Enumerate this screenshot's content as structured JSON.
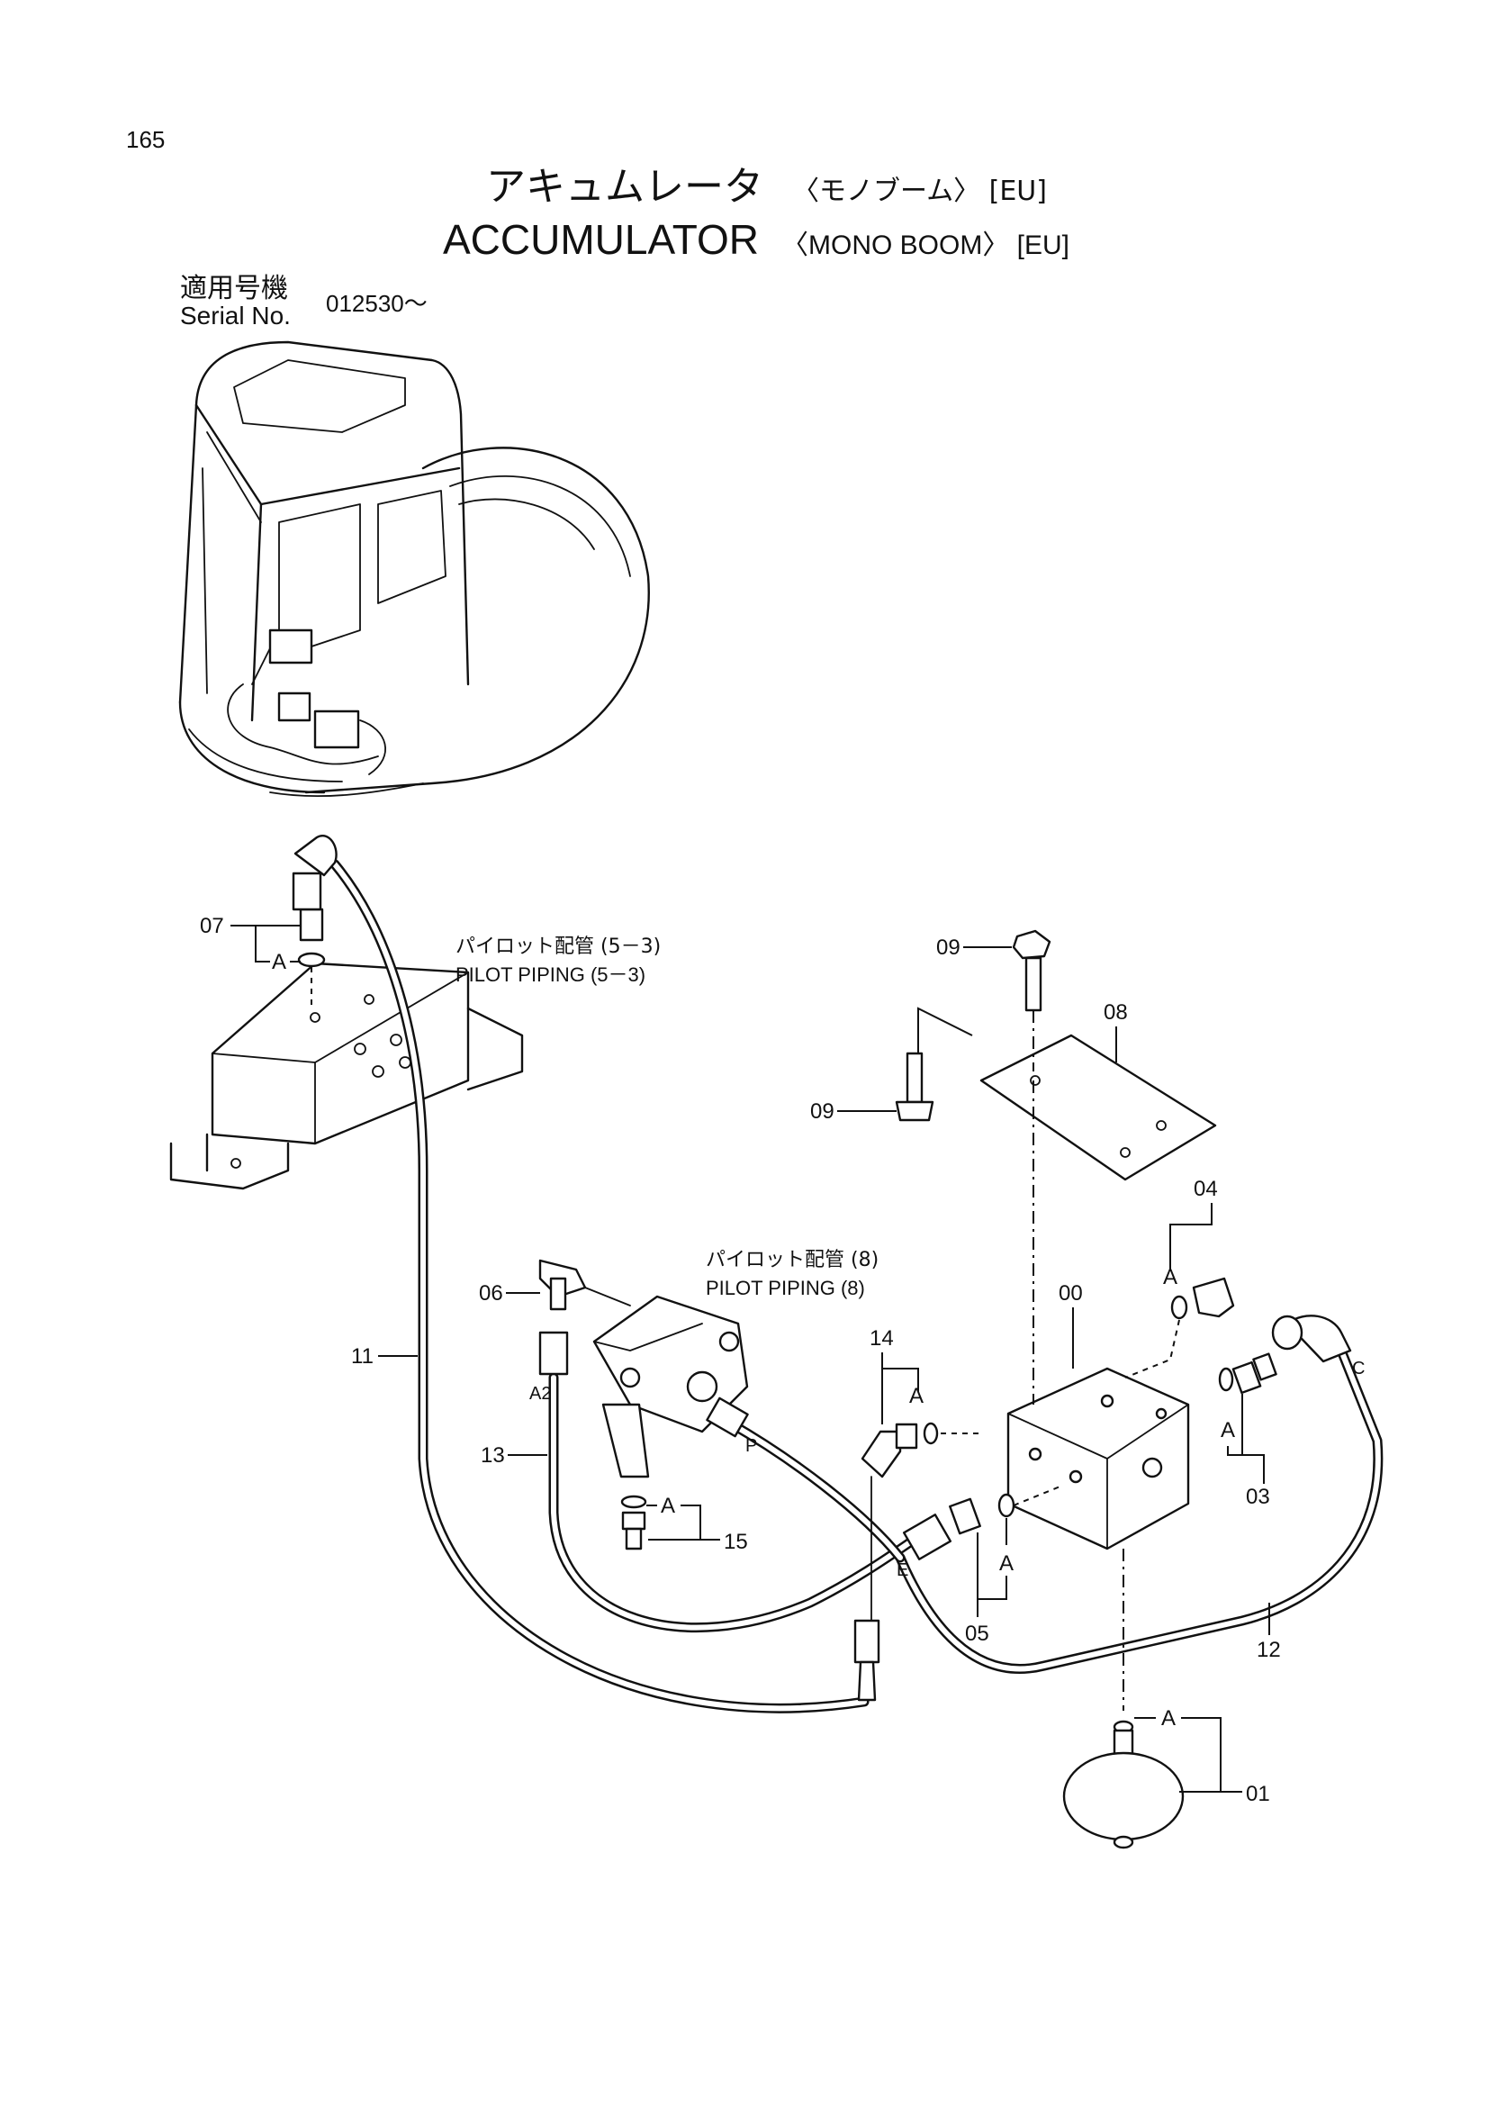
{
  "page_number": "165",
  "title_jp": "アキュムレータ",
  "title_jp_suffix": "〈モノブーム〉 [EU]",
  "title_en": "ACCUMULATOR",
  "title_en_suffix": "〈MONO BOOM〉 [EU]",
  "serial_label_jp": "適用号機",
  "serial_label_en": "Serial No.",
  "serial_value": "012530～",
  "notes": [
    {
      "jp": "パイロット配管 (5－3)",
      "en": "PILOT PIPING (5－3)"
    },
    {
      "jp": "パイロット配管 (8)",
      "en": "PILOT PIPING (8)"
    }
  ],
  "callouts": {
    "c00": "00",
    "c01": "01",
    "c03": "03",
    "c04": "04",
    "c05": "05",
    "c06": "06",
    "c07": "07",
    "c08": "08",
    "c09a": "09",
    "c09b": "09",
    "c11": "11",
    "c12": "12",
    "c13": "13",
    "c14": "14",
    "c15": "15"
  },
  "port_labels": {
    "a2": "A2",
    "p": "P",
    "e": "E",
    "c": "C"
  },
  "a_mark": "A"
}
